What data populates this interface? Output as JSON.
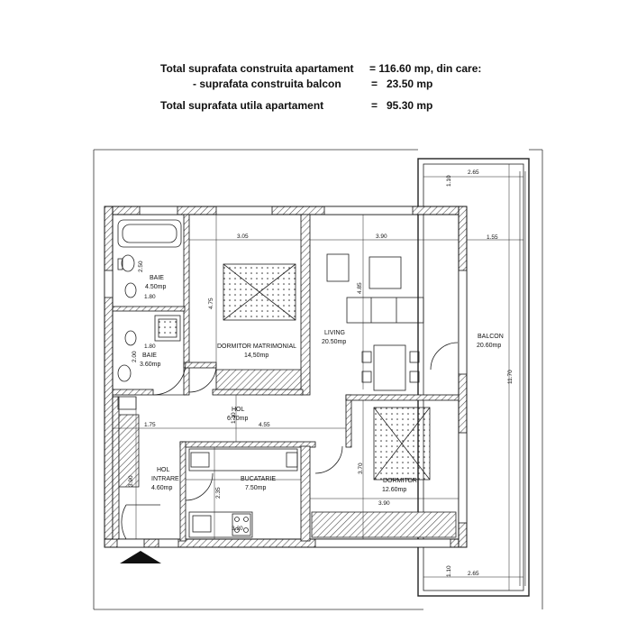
{
  "summary": {
    "line1_label": "Total suprafata construita apartament",
    "line1_value": "= 116.60 mp, din care:",
    "line2_label": "- suprafata construita balcon",
    "line2_value": "=   23.50 mp",
    "line3_label": "Total suprafata utila apartament",
    "line3_value": "=   95.30 mp"
  },
  "rooms": {
    "baie1": {
      "name": "BAIE",
      "area": "4.50mp"
    },
    "baie2": {
      "name": "BAIE",
      "area": "3.60mp"
    },
    "dormitor_matrimonial": {
      "name": "DORMITOR MATRIMONIAL",
      "area": "14,50mp"
    },
    "living": {
      "name": "LIVING",
      "area": "20.50mp"
    },
    "balcon": {
      "name": "BALCON",
      "area": "20.60mp"
    },
    "hol": {
      "name": "HOL",
      "area": "6.70mp"
    },
    "hol_intrare": {
      "name1": "HOL",
      "name2": "INTRARE",
      "area": "4.60mp"
    },
    "bucatarie": {
      "name": "BUCATARIE",
      "area": "7.50mp"
    },
    "dormitor": {
      "name": "DORMITOR",
      "area": "12.60mp"
    }
  },
  "dimensions": {
    "balcon_top_w": "2.65",
    "balcon_top_h": "1.10",
    "balcon_bot_w": "2.65",
    "balcon_bot_h": "1.10",
    "balcon_depth": "1.55",
    "balcon_len": "11.70",
    "dorm_mat_w": "3.05",
    "dorm_mat_h": "4.75",
    "living_w": "3.90",
    "living_h": "4.85",
    "baie1_h": "2.50",
    "baie1_w": "1.80",
    "baie2_w": "1.80",
    "baie2_h": "2.00",
    "hol_w1": "1.75",
    "hol_w2": "4.55",
    "hol_h": "1.30",
    "holintr_h": "3.90",
    "buc_h": "2.35",
    "buc_w": "3.20",
    "dorm_h": "3.70",
    "dorm_w": "3.90"
  }
}
